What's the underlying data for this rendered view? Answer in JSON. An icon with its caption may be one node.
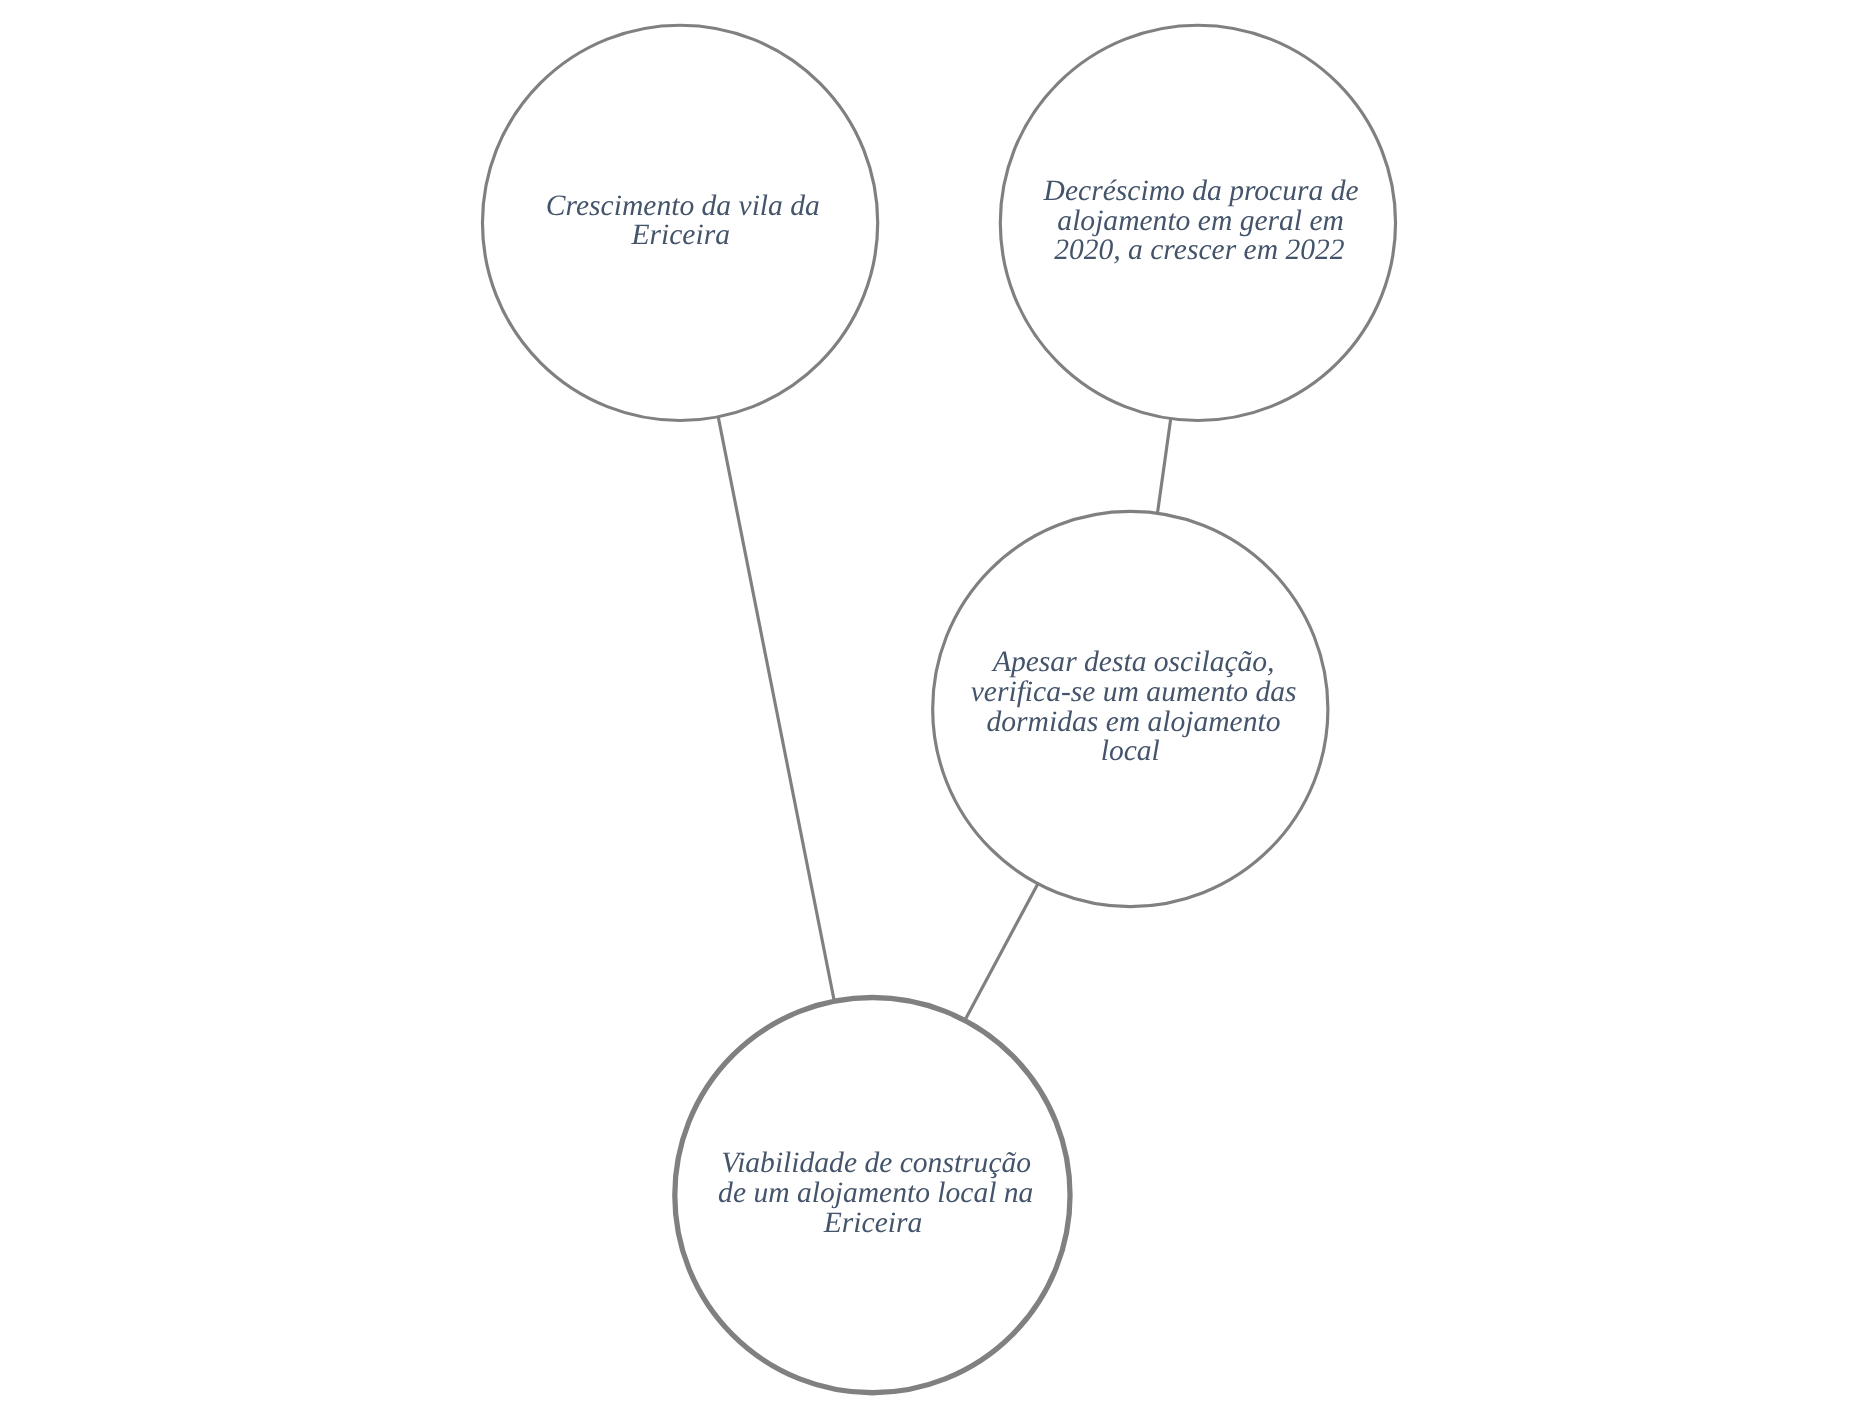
{
  "diagram": {
    "nodes": [
      {
        "text": [
          "Crescimento da vila da Ericeira"
        ]
      },
      {
        "text": [
          "Decréscimo da procura de alojamento em geral em 2020, a crescer em 2022"
        ]
      },
      {
        "text": [
          "Apesar desta oscilação, verifica-se um aumento das dormidas em alojamento local"
        ]
      },
      {
        "text": [
          "Viabilidade de construção de um alojamento local na Ericeira"
        ]
      }
    ],
    "edges": [
      {
        "from": 0,
        "to": 3,
        "arrow": "none"
      },
      {
        "from": 1,
        "to": 2,
        "arrow": "none"
      },
      {
        "from": 2,
        "to": 3,
        "arrow": "none"
      }
    ]
  }
}
